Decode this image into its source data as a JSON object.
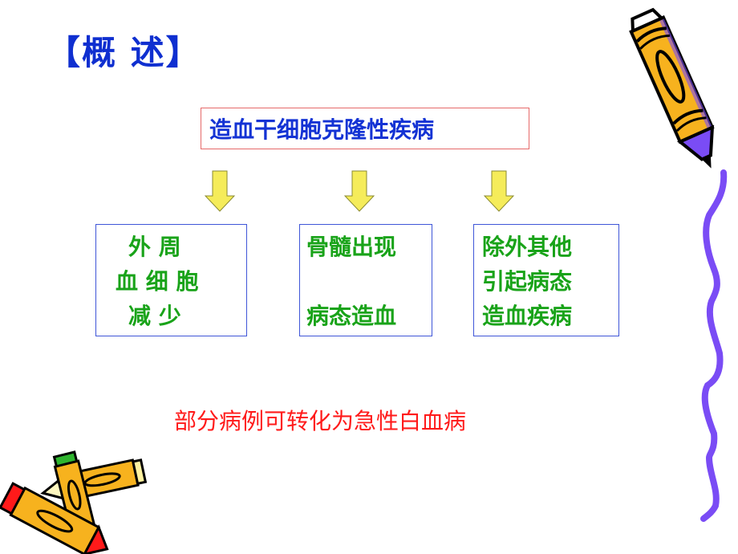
{
  "slide": {
    "title": "【概  述】",
    "main_concept": "造血干细胞克隆性疾病",
    "boxes": [
      {
        "lines": [
          "外 周",
          "血 细 胞",
          "减 少"
        ]
      },
      {
        "lines": [
          "骨髓出现",
          "病态造血"
        ]
      },
      {
        "lines": [
          "除外其他",
          "引起病态",
          "造血疾病"
        ]
      }
    ],
    "note": "部分病例可转化为急性白血病",
    "icons": {
      "arrows": [
        "arrow-down-icon",
        "arrow-down-icon",
        "arrow-down-icon"
      ],
      "decorations": [
        "crayon-icon",
        "squiggle-line-icon",
        "crossed-crayons-icon"
      ]
    },
    "colors": {
      "title": "#0f2fd0",
      "main_text": "#1433d4",
      "main_border": "#e66a6a",
      "box_border": "#3f56d8",
      "box_text": "#19a319",
      "note": "#ff1a1a",
      "arrow_fill": "#f5ec5a",
      "crayon_body": "#f7b21e",
      "crayon_accent": "#7a4cf5"
    }
  }
}
